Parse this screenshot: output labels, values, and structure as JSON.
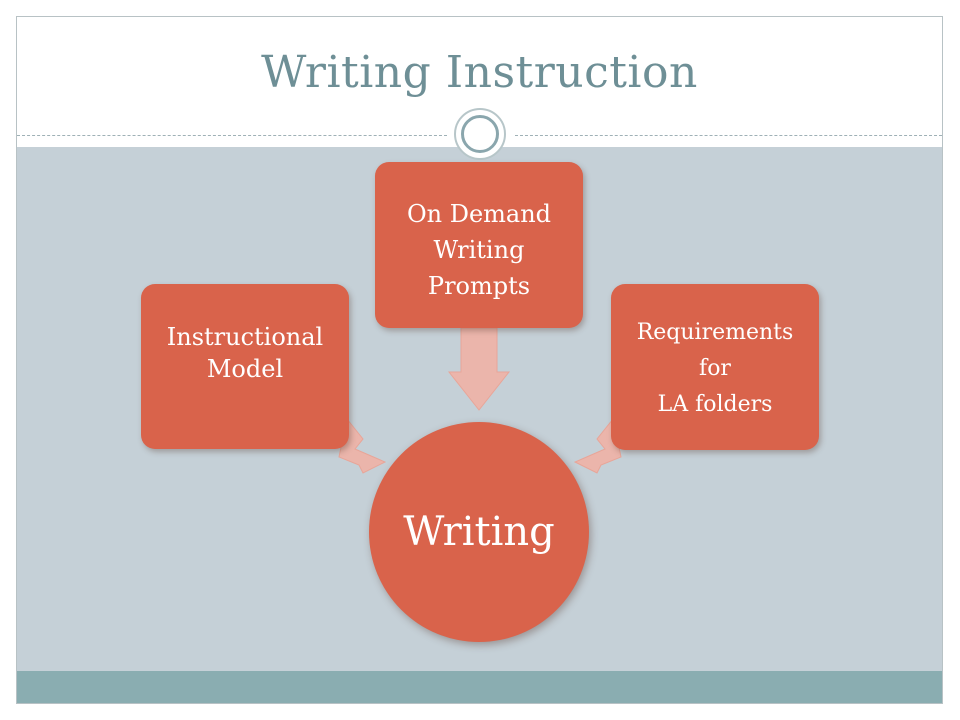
{
  "slide": {
    "title": "Writing Instruction"
  },
  "diagram": {
    "center": "Writing",
    "nodes": [
      {
        "id": "left",
        "label": "Instructional\nModel"
      },
      {
        "id": "top",
        "label": "On Demand\nWriting\nPrompts"
      },
      {
        "id": "right",
        "label": "Requirements\nfor\nLA folders"
      }
    ]
  },
  "colors": {
    "node_fill": "#d9634b",
    "arrow_fill": "#ebb5ab",
    "title": "#6e8f96",
    "content_bg": "#c5d0d7",
    "footer_bg": "#8aadb1"
  }
}
